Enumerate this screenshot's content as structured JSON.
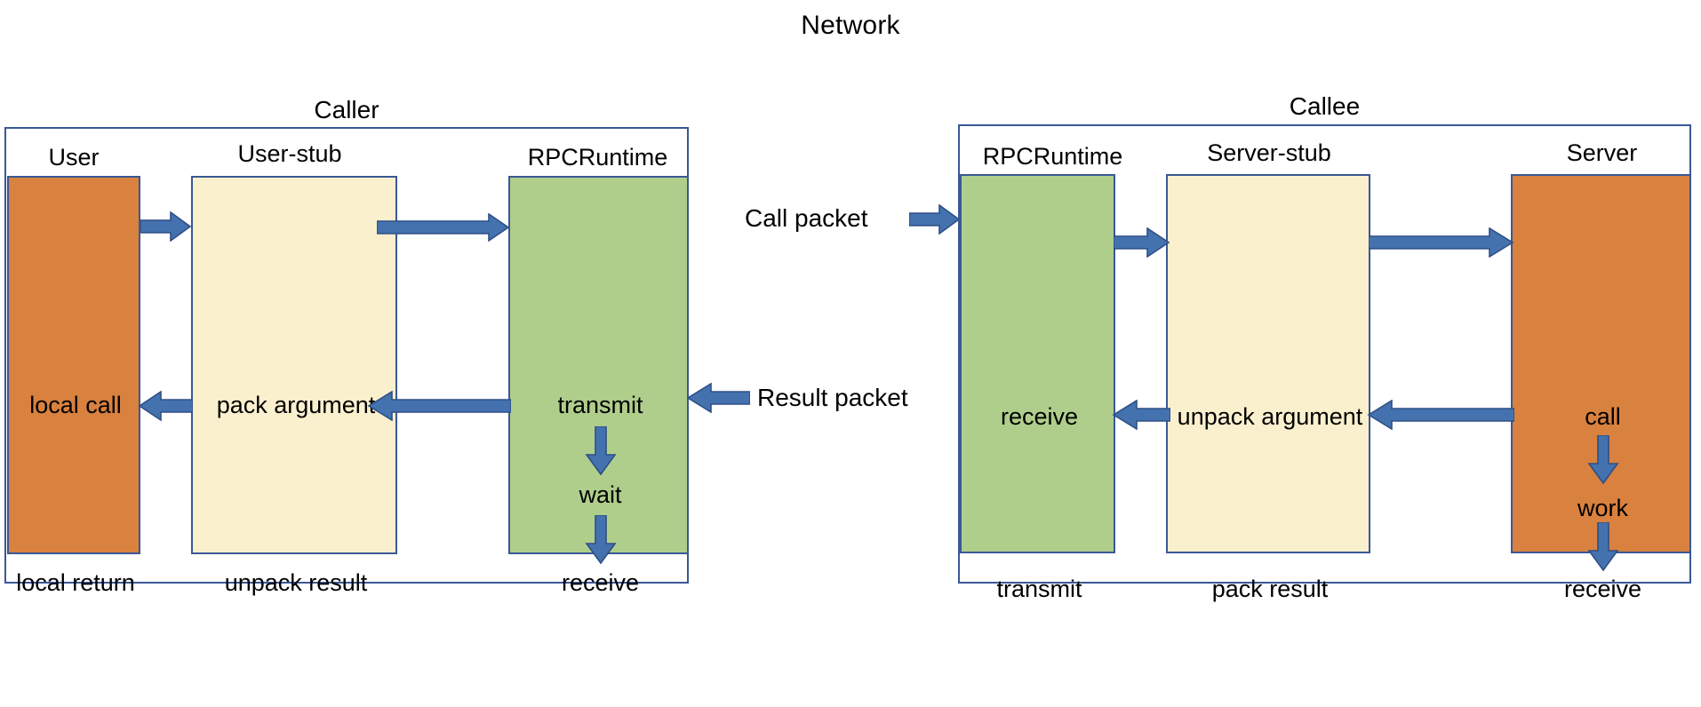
{
  "diagram": {
    "title": "Network",
    "type": "rpc-sequence-diagram",
    "colors": {
      "orange": "#D9813F",
      "green": "#AFCE8C",
      "cream": "#FBF0CE",
      "border": "#3A5896",
      "arrow": "#4472AE",
      "arrow_outline": "#2E4F86",
      "background": "#FFFFFF"
    },
    "caller": {
      "title": "Caller",
      "columns": [
        {
          "label": "User",
          "color": "orange",
          "steps": [
            {
              "text": "local call"
            },
            {
              "text": "local return"
            }
          ]
        },
        {
          "label": "User-stub",
          "color": "cream",
          "steps": [
            {
              "text": "pack argument"
            },
            {
              "text": "unpack result"
            }
          ]
        },
        {
          "label": "RPCRuntime",
          "color": "green",
          "steps": [
            {
              "text": "transmit"
            },
            {
              "text": "wait"
            },
            {
              "text": "receive"
            }
          ]
        }
      ]
    },
    "callee": {
      "title": "Callee",
      "columns": [
        {
          "label": "RPCRuntime",
          "color": "green",
          "steps": [
            {
              "text": "receive"
            },
            {
              "text": "transmit"
            }
          ]
        },
        {
          "label": "Server-stub",
          "color": "cream",
          "steps": [
            {
              "text": "unpack argument"
            },
            {
              "text": "pack result"
            }
          ]
        },
        {
          "label": "Server",
          "color": "orange",
          "steps": [
            {
              "text": "call"
            },
            {
              "text": "work"
            },
            {
              "text": "receive"
            }
          ]
        }
      ]
    },
    "network": {
      "call_packet_label": "Call packet",
      "result_packet_label": "Result packet"
    }
  }
}
